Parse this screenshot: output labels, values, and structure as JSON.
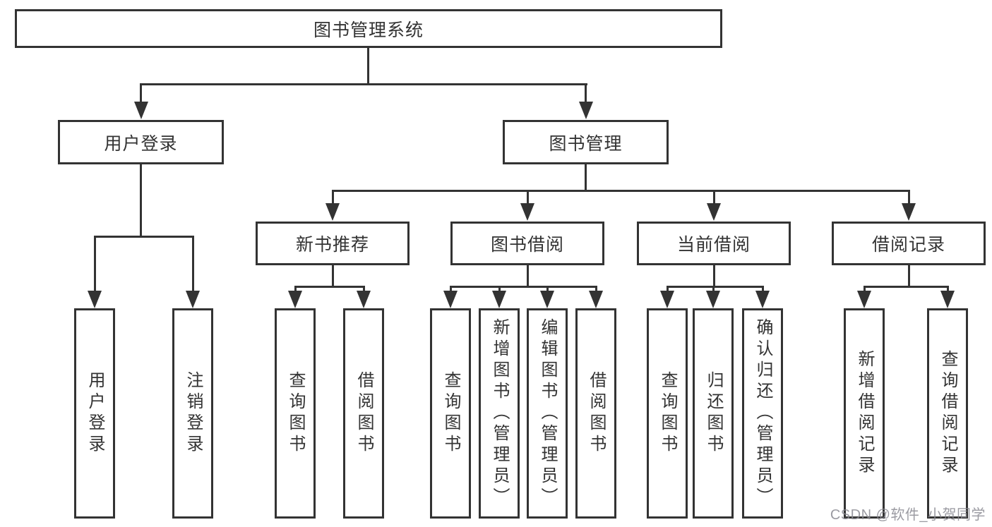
{
  "tree": {
    "root": {
      "label": "图书管理系统"
    },
    "children": [
      {
        "label": "用户登录",
        "children": [
          {
            "label": "用户登录"
          },
          {
            "label": "注销登录"
          }
        ]
      },
      {
        "label": "图书管理",
        "children": [
          {
            "label": "新书推荐",
            "children": [
              {
                "label": "查询图书"
              },
              {
                "label": "借阅图书"
              }
            ]
          },
          {
            "label": "图书借阅",
            "children": [
              {
                "label": "查询图书"
              },
              {
                "label": "新增图书（管理员）"
              },
              {
                "label": "编辑图书（管理员）"
              },
              {
                "label": "借阅图书"
              }
            ]
          },
          {
            "label": "当前借阅",
            "children": [
              {
                "label": "查询图书"
              },
              {
                "label": "归还图书"
              },
              {
                "label": "确认归还（管理员）"
              }
            ]
          },
          {
            "label": "借阅记录",
            "children": [
              {
                "label": "新增借阅记录"
              },
              {
                "label": "查询借阅记录"
              }
            ]
          }
        ]
      }
    ]
  },
  "watermark": {
    "text": "CSDN @软件_小贺同学"
  },
  "colors": {
    "line": "#333333",
    "text": "#333333",
    "bg": "#ffffff",
    "watermark": "#8a8a92"
  }
}
